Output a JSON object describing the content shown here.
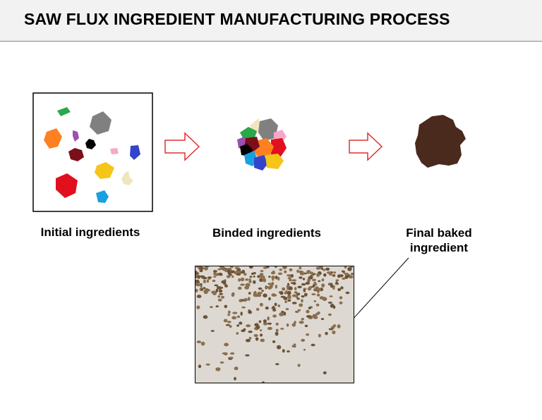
{
  "title": "SAW FLUX INGREDIENT MANUFACTURING PROCESS",
  "stages": [
    {
      "label": "Initial ingredients"
    },
    {
      "label": "Binded ingredients"
    },
    {
      "label": "Final baked ingredient"
    }
  ],
  "colors": {
    "arrow_stroke": "#e03030",
    "baked_brown": "#4a2a1c",
    "granule": "#8a6e4e",
    "granule_dark": "#6b5236",
    "photo_bg": "#ddd9d2",
    "ingredients": [
      "#2aa84a",
      "#808080",
      "#ff8020",
      "#9b4fb0",
      "#7a0f1a",
      "#000000",
      "#f7a8c8",
      "#3344cc",
      "#f5c518",
      "#efe6c0",
      "#e0101e",
      "#1aa0e0"
    ]
  }
}
